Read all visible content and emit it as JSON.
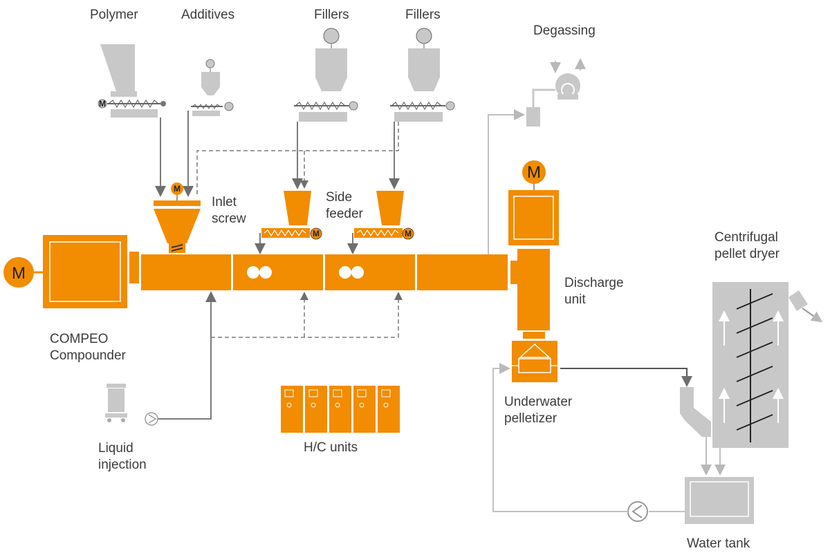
{
  "labels": {
    "polymer": "Polymer",
    "additives": "Additives",
    "fillers_1": "Fillers",
    "fillers_2": "Fillers",
    "degassing": "Degassing",
    "inlet_screw": [
      "Inlet",
      "screw"
    ],
    "side_feeder": [
      "Side",
      "feeder"
    ],
    "discharge_unit": [
      "Discharge",
      "unit"
    ],
    "centrifugal_pellet_dryer": [
      "Centrifugal",
      "pellet dryer"
    ],
    "compeo_compounder": [
      "COMPEO",
      "Compounder"
    ],
    "liquid_injection": [
      "Liquid",
      "injection"
    ],
    "hc_units": "H/C units",
    "underwater_pelletizer": [
      "Underwater",
      "pelletizer"
    ],
    "water_tank": "Water tank"
  },
  "motor_symbol": "M",
  "colors": {
    "orange": "#f28c00",
    "gray": "#c8c8c8",
    "dark_gray": "#9a9a9a",
    "line": "#7a7a7a",
    "text": "#3c3c3c"
  }
}
